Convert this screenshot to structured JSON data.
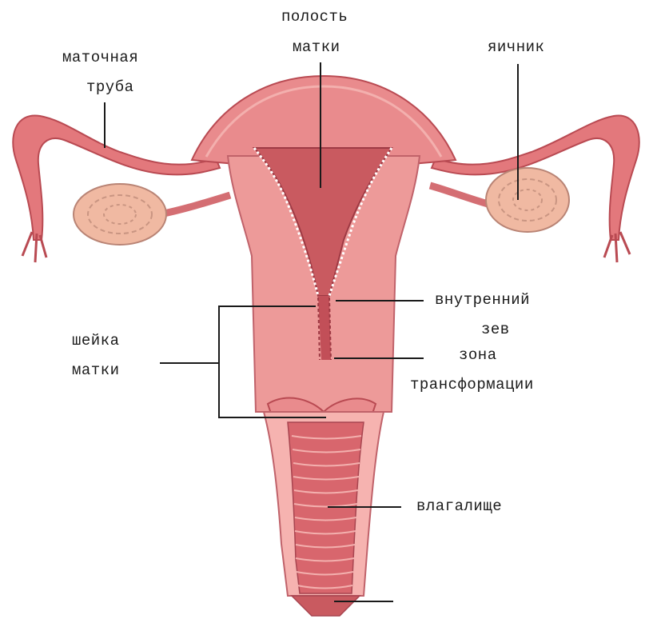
{
  "labels": {
    "cavity_line1": "полость",
    "cavity_line2": "матки",
    "tube_line1": "маточная",
    "tube_line2": "труба",
    "ovary": "яичник",
    "internal_os_line1": "внутренний",
    "internal_os_line2": "зев",
    "cervix_line1": "шейка",
    "cervix_line2": "матки",
    "zone_line1": "зона",
    "zone_line2": "трансформации",
    "vagina": "влагалище"
  },
  "colors": {
    "tissue": "#e98b8d",
    "tissue_dark": "#c95a60",
    "tissue_light": "#f6b3b0",
    "ovary": "#f0b9a2",
    "leader_line": "#1a1a1a"
  }
}
